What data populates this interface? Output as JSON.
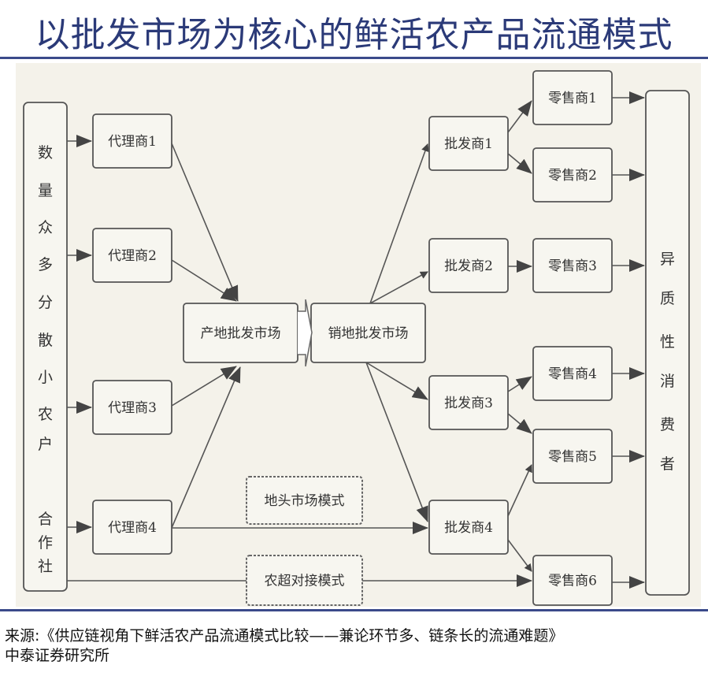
{
  "title": "以批发市场为核心的鲜活农产品流通模式",
  "diagram": {
    "farmers": [
      "数",
      "量",
      "众",
      "多",
      "分",
      "散",
      "小",
      "农",
      "户"
    ],
    "coop": [
      "合",
      "作",
      "社"
    ],
    "agents": [
      "代理商1",
      "代理商2",
      "代理商3",
      "代理商4"
    ],
    "origin_market": "产地批发市场",
    "sales_market": "销地批发市场",
    "wholesalers": [
      "批发商1",
      "批发商2",
      "批发商3",
      "批发商4"
    ],
    "retailers": [
      "零售商1",
      "零售商2",
      "零售商3",
      "零售商4",
      "零售商5",
      "零售商6"
    ],
    "consumers": [
      "异",
      "质",
      "性",
      "消",
      "费",
      "者"
    ],
    "mode_field": "地头市场模式",
    "mode_supermarket": "农超对接模式"
  },
  "source": {
    "line1": "来源:《供应链视角下鲜活农产品流通模式比较——兼论环节多、链条长的流通难题》",
    "line2": "中泰证券研究所"
  }
}
